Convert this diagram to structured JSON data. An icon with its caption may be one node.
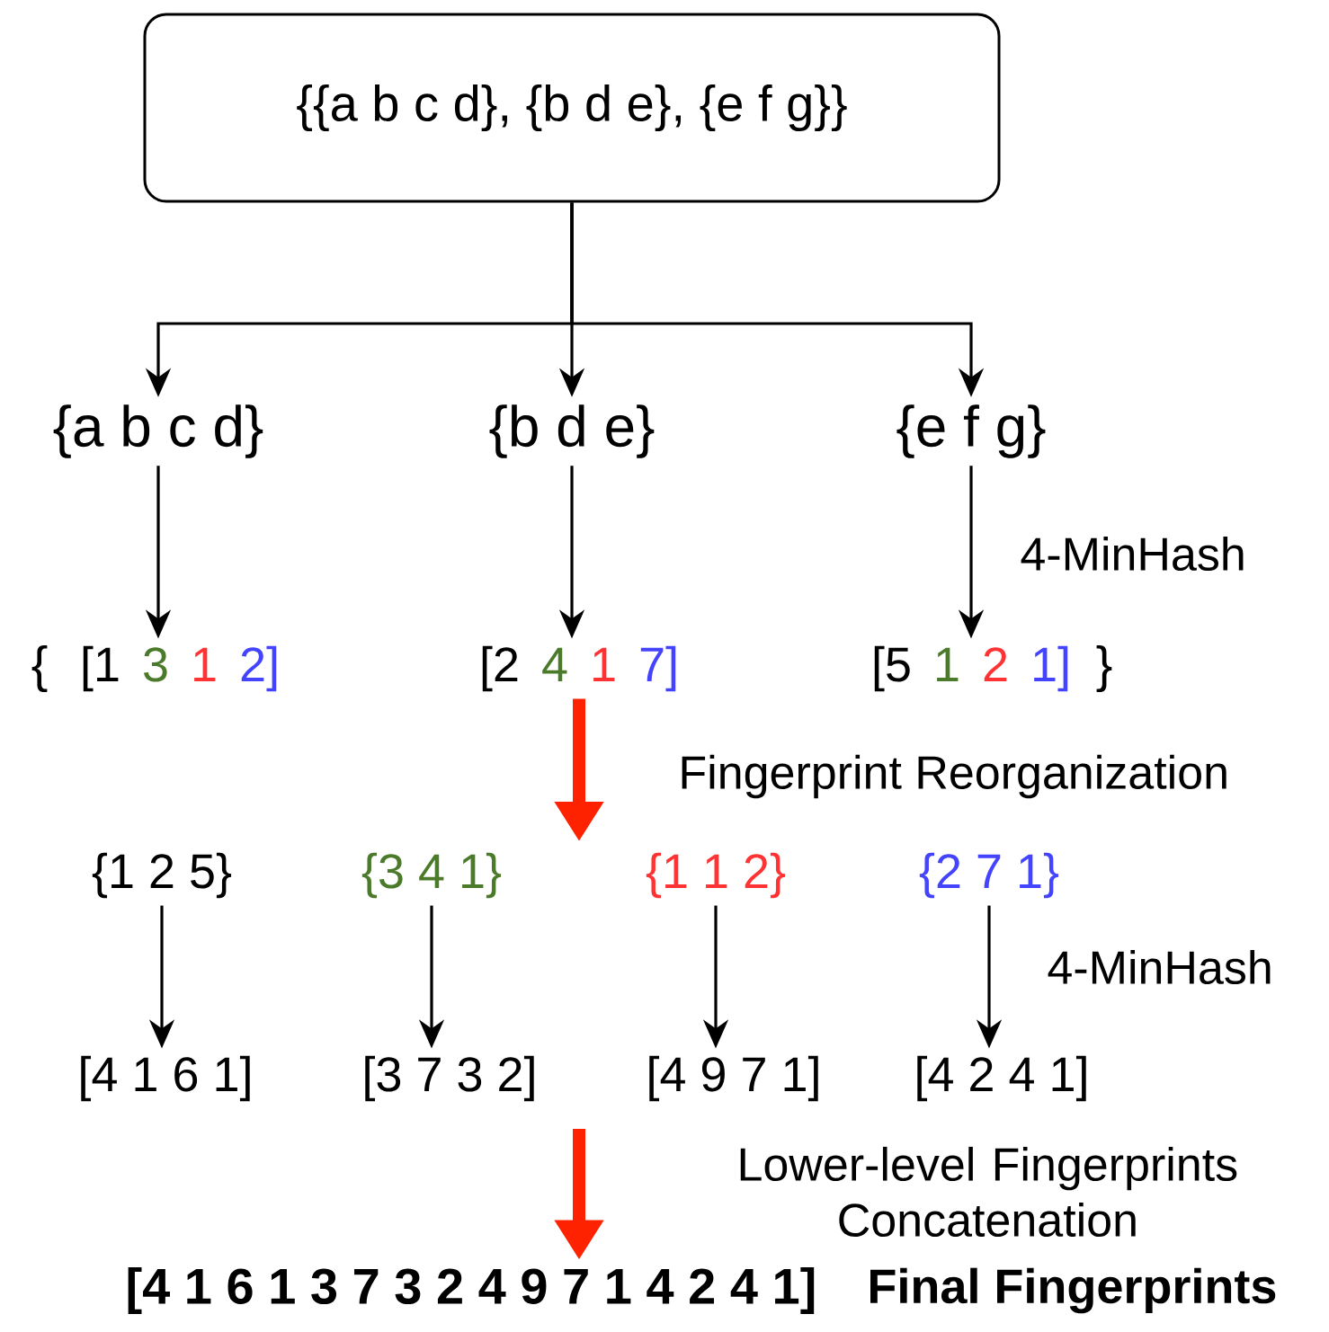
{
  "diagram": {
    "nodes": [
      {
        "text": [
          "{{a b c d}, {b d e}, {e f g}}"
        ]
      },
      {
        "text": [
          "{a b c d}"
        ]
      },
      {
        "text": [
          "{b d e}"
        ]
      },
      {
        "text": [
          "{e f g}"
        ]
      },
      {
        "text": [
          "[1",
          "3",
          "1",
          "2]"
        ]
      },
      {
        "text": [
          "[2",
          "4",
          "1",
          "7]"
        ]
      },
      {
        "text": [
          "[5",
          "1",
          "2",
          "1]"
        ]
      },
      {
        "text": [
          "{1 2 5}"
        ]
      },
      {
        "text": [
          "{3 4 1}"
        ]
      },
      {
        "text": [
          "{1 1 2}"
        ]
      },
      {
        "text": [
          "{2 7 1}"
        ]
      },
      {
        "text": [
          "[4 1 6 1]"
        ]
      },
      {
        "text": [
          "[3 7 3 2]"
        ]
      },
      {
        "text": [
          "[4 9 7 1]"
        ]
      },
      {
        "text": [
          "[4 2 4 1]"
        ]
      },
      {
        "text": [
          "[4 1 6 1 3 7 3 2 4 9 7 1 4 2 4 1]"
        ],
        "beside": [
          "Final Fingerprints"
        ]
      }
    ],
    "edges": [
      {
        "from": 0,
        "to": 1,
        "arrow": "to"
      },
      {
        "from": 0,
        "to": 2,
        "arrow": "to"
      },
      {
        "from": 0,
        "to": 3,
        "arrow": "to"
      },
      {
        "from": 1,
        "to": 4,
        "arrow": "to"
      },
      {
        "from": 2,
        "to": 5,
        "arrow": "to"
      },
      {
        "from": 3,
        "to": 6,
        "arrow": "to",
        "label": "4-MinHash"
      },
      {
        "from": 5,
        "to": null,
        "arrow": "to",
        "label": "Fingerprint Reorganization",
        "style": "thick",
        "color": "#ff2200"
      },
      {
        "from": 7,
        "to": 11,
        "arrow": "to"
      },
      {
        "from": 8,
        "to": 12,
        "arrow": "to"
      },
      {
        "from": 9,
        "to": 13,
        "arrow": "to"
      },
      {
        "from": 10,
        "to": 14,
        "arrow": "to",
        "label": "4-MinHash"
      },
      {
        "from": null,
        "to": 15,
        "arrow": "to",
        "label": "Lower-level Fingerprints Concatenation",
        "style": "thick",
        "color": "#ff2200"
      }
    ],
    "labels": [
      "{",
      "}"
    ]
  }
}
